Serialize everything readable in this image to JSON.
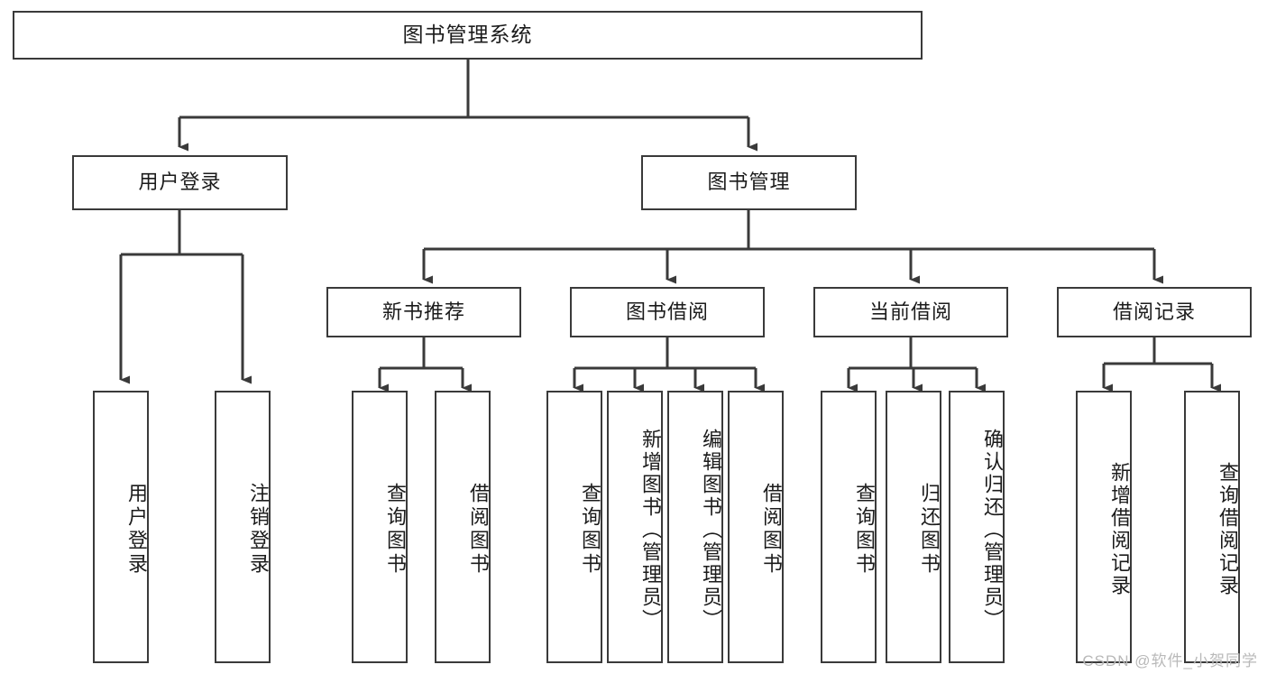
{
  "diagram": {
    "type": "tree-hierarchy",
    "title": "图书管理系统",
    "watermark": "CSDN @软件_小贺同学",
    "colors": {
      "box_border": "#3a3a3a",
      "box_fill": "#ffffff",
      "connector": "#3a3a3a",
      "text": "#1b1b1b",
      "watermark": "#b9b9b9",
      "background": "#ffffff"
    },
    "nodes": {
      "root": {
        "label": "图书管理系统"
      },
      "level2": [
        {
          "id": "user-login",
          "label": "用户登录"
        },
        {
          "id": "book-management",
          "label": "图书管理"
        }
      ],
      "level3": [
        {
          "id": "new-book-recommend",
          "label": "新书推荐"
        },
        {
          "id": "book-borrow",
          "label": "图书借阅"
        },
        {
          "id": "current-borrow",
          "label": "当前借阅"
        },
        {
          "id": "borrow-record",
          "label": "借阅记录"
        }
      ],
      "leaves": {
        "user_login": [
          {
            "id": "leaf-user-login",
            "label": "用户登录"
          },
          {
            "id": "leaf-logout-login",
            "label": "注销登录"
          }
        ],
        "new_book_recommend": [
          {
            "id": "leaf-query-book-1",
            "label": "查询图书"
          },
          {
            "id": "leaf-borrow-book-1",
            "label": "借阅图书"
          }
        ],
        "book_borrow": [
          {
            "id": "leaf-query-book-2",
            "label": "查询图书"
          },
          {
            "id": "leaf-add-book-admin",
            "label": "新增图书（管理员）"
          },
          {
            "id": "leaf-edit-book-admin",
            "label": "编辑图书（管理员）"
          },
          {
            "id": "leaf-borrow-book-2",
            "label": "借阅图书"
          }
        ],
        "current_borrow": [
          {
            "id": "leaf-query-book-3",
            "label": "查询图书"
          },
          {
            "id": "leaf-return-book",
            "label": "归还图书"
          },
          {
            "id": "leaf-confirm-return-admin",
            "label": "确认归还（管理员）"
          }
        ],
        "borrow_record": [
          {
            "id": "leaf-add-borrow-record",
            "label": "新增借阅记录"
          },
          {
            "id": "leaf-query-borrow-record",
            "label": "查询借阅记录"
          }
        ]
      }
    }
  }
}
